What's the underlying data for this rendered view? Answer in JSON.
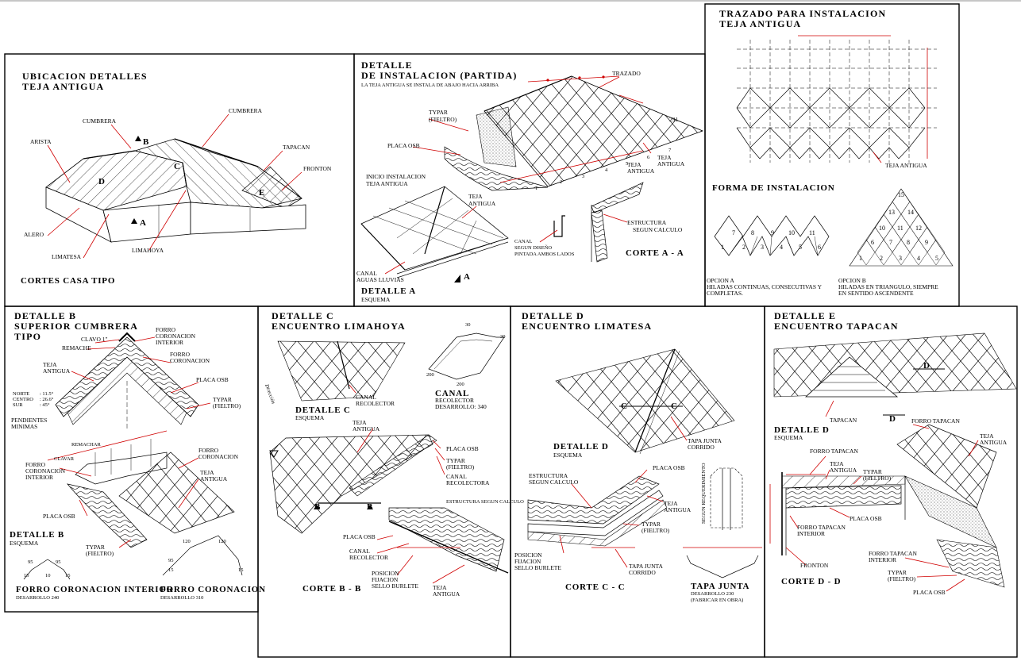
{
  "panels": {
    "ubicacion": {
      "title": "UBICACION DETALLES",
      "subtitle": "TEJA ANTIGUA",
      "footer": "CORTES CASA TIPO",
      "labels": {
        "cumbrera1": "CUMBRERA",
        "cumbrera2": "CUMBRERA",
        "arista": "ARISTA",
        "tapacan": "TAPACAN",
        "fronton": "FRONTON",
        "alero": "ALERO",
        "limatesa": "LIMATESA",
        "limahoya": "LIMAHOYA",
        "mark_b": "B",
        "mark_a": "A",
        "mark_c": "C",
        "mark_d": "D",
        "mark_e": "E"
      }
    },
    "detalle_instalacion": {
      "title": "DETALLE",
      "subtitle": "DE INSTALACION (PARTIDA)",
      "note": "LA TEJA ANTIGUA SE INSTALA DE ABAJO HACIA ARRIBA",
      "labels": {
        "trazado": "TRAZADO",
        "typar": "TYPAR",
        "fieltro": "(FIELTRO)",
        "placa_osb": "PLACA OSB",
        "inicio1": "INICIO INSTALACION",
        "inicio2": "TEJA ANTIGUA",
        "teja_antigua_a": "TEJA",
        "teja_antigua_b": "ANTIGUA",
        "teja_r1": "TEJA",
        "teja_r2": "ANTIGUA",
        "canal1": "CANAL",
        "canal2": "AGUAS LLUVIAS",
        "canal_note1": "CANAL",
        "canal_note2": "SEGUN DISEÑO",
        "canal_note3": "PINTADA AMBOS LADOS",
        "estructura1": "ESTRUCTURA",
        "estructura2": "SEGUN CALCULO",
        "detalle_a": "DETALLE A",
        "esquema": "ESQUEMA",
        "corte_a": "CORTE A - A",
        "mark_a": "A",
        "dim_291": "291",
        "n1": "1",
        "n2": "2",
        "n3": "3",
        "n4": "4",
        "n5": "5",
        "n6": "6",
        "n7": "7"
      }
    },
    "trazado": {
      "title": "TRAZADO PARA INSTALACION",
      "subtitle": "TEJA ANTIGUA",
      "teja_label": "TEJA ANTIGUA",
      "forma_title": "FORMA DE INSTALACION",
      "opcion_a_title": "OPCION A",
      "opcion_a_text1": "HILADAS CONTINUAS, CONSECUTIVAS Y",
      "opcion_a_text2": "COMPLETAS.",
      "opcion_b_title": "OPCION B",
      "opcion_b_text1": "HILADAS EN TRIANGULO, SIEMPRE",
      "opcion_b_text2": "EN SENTIDO ASCENDENTE",
      "opcion_a_numbers": [
        "7",
        "8",
        "9",
        "10",
        "11",
        "1",
        "2",
        "3",
        "4",
        "5",
        "6"
      ],
      "opcion_b_numbers": [
        "15",
        "13",
        "14",
        "10",
        "11",
        "12",
        "6",
        "7",
        "8",
        "9",
        "1",
        "2",
        "3",
        "4",
        "5"
      ]
    },
    "detalle_b": {
      "title": "DETALLE B",
      "subtitle1": "SUPERIOR CUMBRERA",
      "subtitle2": "TIPO",
      "labels": {
        "clavo": "CLAVO 1\"",
        "remache": "REMACHE",
        "forro_int1": "FORRO",
        "forro_int2": "CORONACION",
        "forro_int3": "INTERIOR",
        "forro_cor1": "FORRO",
        "forro_cor2": "CORONACION",
        "teja1": "TEJA",
        "teja2": "ANTIGUA",
        "placa_osb": "PLACA OSB",
        "typar1": "TYPAR",
        "typar2": "(FIELTRO)",
        "norte": "NORTE",
        "centro": "CENTRO",
        "sur": "SUR",
        "ang1": ": 11.5°",
        "ang2": ": 26.6°",
        "ang3": ": 45°",
        "pendientes1": "PENDIENTES",
        "pendientes2": "MINIMAS",
        "remachar": "REMACHAR",
        "clavar": "CLAVAR",
        "forro_b1": "FORRO",
        "forro_b2": "CORONACION",
        "forro_b3": "INTERIOR",
        "forro_c1": "FORRO",
        "forro_c2": "CORONACION",
        "teja_b1": "TEJA",
        "teja_b2": "ANTIGUA",
        "placa_osb_b": "PLACA OSB",
        "typar_b1": "TYPAR",
        "typar_b2": "(FIELTRO)",
        "detalle_b2": "DETALLE B",
        "esquema": "ESQUEMA",
        "forro_int_title": "FORRO CORONACION INTERIOR",
        "desarrollo_240": "DESARROLLO 240",
        "forro_cor_title": "FORRO CORONACION",
        "desarrollo_310": "DESARROLLO 310",
        "d95a": "95",
        "d95b": "95",
        "d15a": "15",
        "d10": "10",
        "d15b": "15",
        "d120a": "120",
        "d120b": "120",
        "d95c": "95",
        "d15c": "15",
        "d15d": "15"
      }
    },
    "detalle_c": {
      "title": "DETALLE C",
      "subtitle": "ENCUENTRO LIMAHOYA",
      "labels": {
        "canal_recolector1": "CANAL",
        "canal_recolector2": "RECOLECTOR",
        "detalle_c": "DETALLE C",
        "esquema": "ESQUEMA",
        "canal_title": "CANAL",
        "recolector": "RECOLECTOR",
        "desarrollo": "DESARROLLO: 340",
        "d30a": "30",
        "d30b": "30",
        "d200a": "200",
        "d200b": "200",
        "teja1": "TEJA",
        "teja2": "ANTIGUA",
        "placa_osb": "PLACA OSB",
        "typar1": "TYPAR",
        "typar2": "(FIELTRO)",
        "canal_rec1": "CANAL",
        "canal_rec2": "RECOLECTORA",
        "estructura": "ESTRUCTURA SEGUN CALCULO",
        "placa_osb2": "PLACA OSB",
        "canal2_1": "CANAL",
        "canal2_2": "RECOLECTOR",
        "posicion1": "POSICION",
        "posicion2": "FIJACION",
        "posicion3": "SELLO BURLETE",
        "teja_b1": "TEJA",
        "teja_b2": "ANTIGUA",
        "corte": "CORTE B - B",
        "mark_b1": "B",
        "mark_b2": "B",
        "direccion": "Dirección"
      }
    },
    "detalle_d": {
      "title": "DETALLE D",
      "subtitle": "ENCUENTRO LIMATESA",
      "labels": {
        "mark_c1": "C",
        "mark_c2": "C",
        "tapa1": "TAPA JUNTA",
        "tapa2": "CORRIDO",
        "detalle_d": "DETALLE D",
        "esquema": "ESQUEMA",
        "estructura1": "ESTRUCTURA",
        "estructura2": "SEGUN CALCULO",
        "placa_osb": "PLACA OSB",
        "teja1": "TEJA",
        "teja2": "ANTIGUA",
        "typar1": "TYPAR",
        "typar2": "(FIELTRO)",
        "posicion1": "POSICION",
        "posicion2": "FIJACION",
        "posicion3": "SELLO BURLETE",
        "tapa_b1": "TAPA JUNTA",
        "tapa_b2": "CORRIDO",
        "corte": "CORTE C - C",
        "segun": "SEGUN REQUERIMIENTO",
        "tapa_junta_title": "TAPA JUNTA",
        "desarrollo": "DESARROLLO 230",
        "fabricar": "(FABRICAR EN OBRA)"
      }
    },
    "detalle_e": {
      "title": "DETALLE E",
      "subtitle": "ENCUENTRO TAPACAN",
      "labels": {
        "mark_d1": "D",
        "mark_d2": "D",
        "tapacan": "TAPACAN",
        "detalle_d": "DETALLE D",
        "esquema": "ESQUEMA",
        "forro_tapacan": "FORRO TAPACAN",
        "teja1": "TEJA",
        "teja2": "ANTIGUA",
        "forro_tapacan2": "FORRO TAPACAN",
        "teja_b1": "TEJA",
        "teja_b2": "ANTIGUA",
        "typar1": "TYPAR",
        "typar2": "(FIELTRO)",
        "placa_osb": "PLACA OSB",
        "forro_int1": "FORRO TAPACAN",
        "forro_int2": "INTERIOR",
        "fronton": "FRONTON",
        "forro_int_b1": "FORRO TAPACAN",
        "forro_int_b2": "INTERIOR",
        "typar_b1": "TYPAR",
        "typar_b2": "(FIELTRO)",
        "placa_osb_b": "PLACA OSB",
        "corte": "CORTE D - D"
      }
    }
  }
}
